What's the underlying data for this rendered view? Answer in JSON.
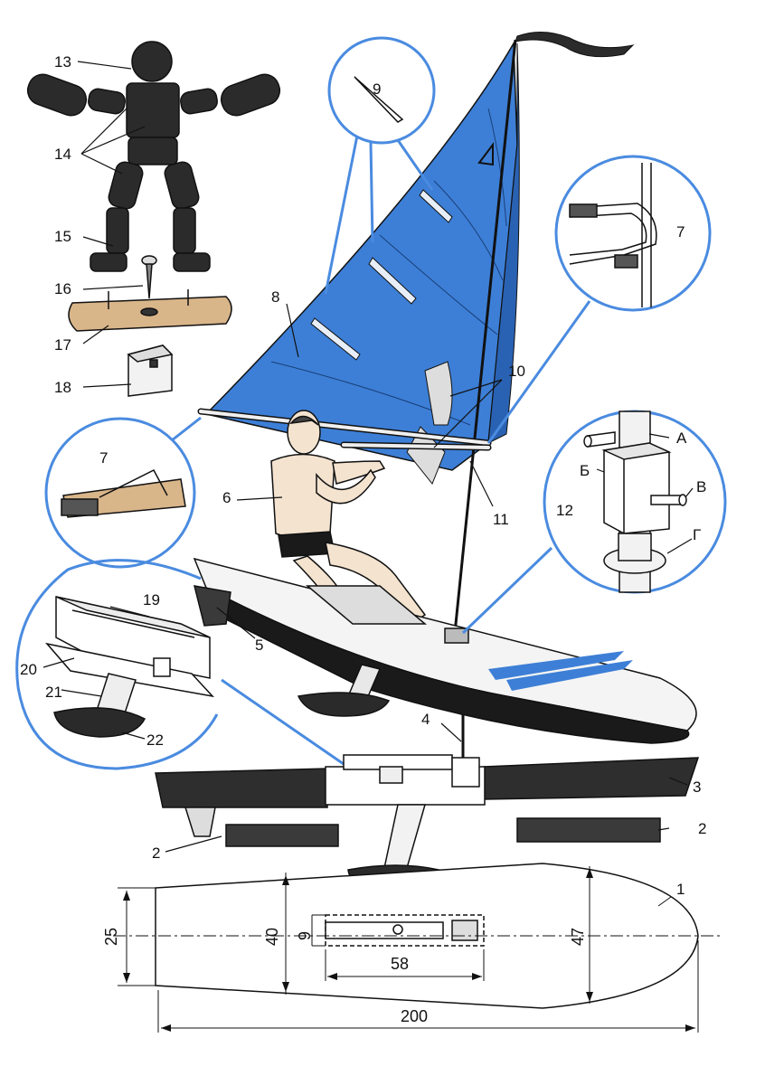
{
  "colors": {
    "sail": "#3d7fd6",
    "sail_dark": "#2a62b3",
    "callout": "#4a8be0",
    "ink": "#1a1a1a",
    "gray": "#4a4a4a",
    "paper": "#ffffff"
  },
  "callouts": {
    "c9": "9",
    "c7_top": "7",
    "c7_left": "7",
    "c12": "12",
    "c12_A": "А",
    "c12_B": "Б",
    "c12_V": "В",
    "c12_G": "Г"
  },
  "labels": {
    "n1": "1",
    "n2a": "2",
    "n2b": "2",
    "n3": "3",
    "n4": "4",
    "n5": "5",
    "n6": "6",
    "n8": "8",
    "n10": "10",
    "n11": "11",
    "n13": "13",
    "n14": "14",
    "n15": "15",
    "n16": "16",
    "n17": "17",
    "n18": "18",
    "n19": "19",
    "n20": "20",
    "n21": "21",
    "n22": "22"
  },
  "dimensions": {
    "d25": "25",
    "d40": "40",
    "d9": "9",
    "d58": "58",
    "d47": "47",
    "d200": "200"
  }
}
